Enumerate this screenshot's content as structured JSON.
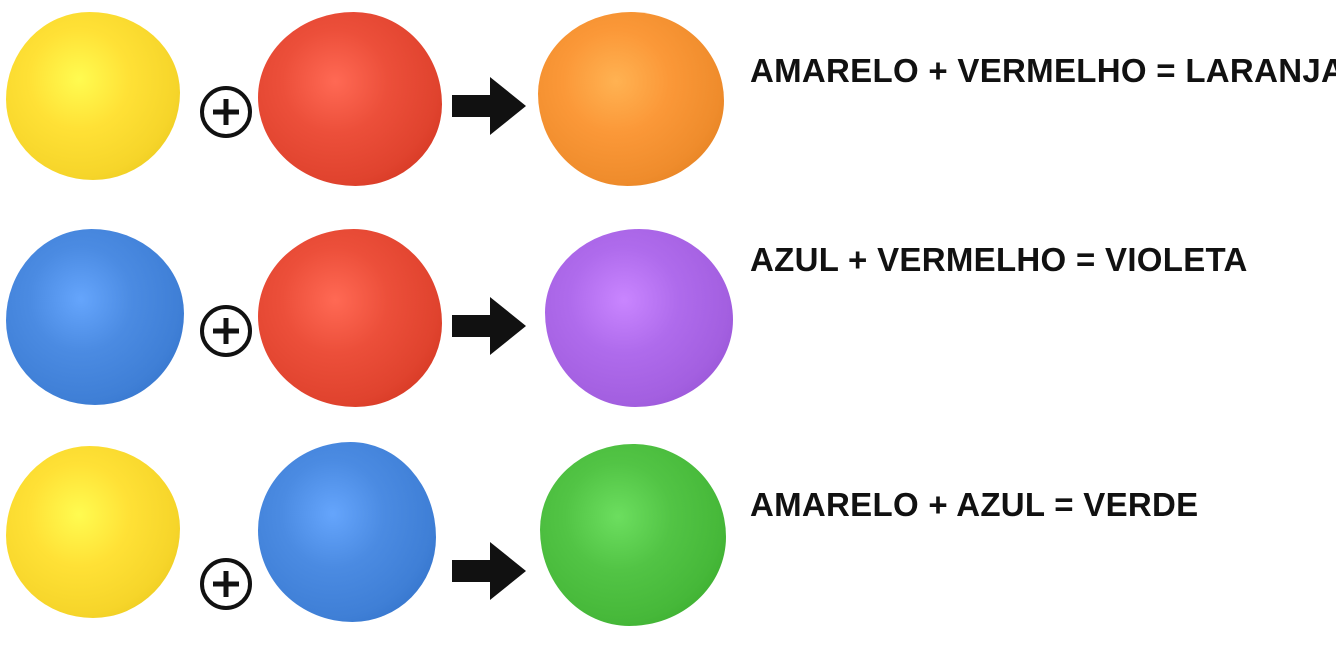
{
  "colors": {
    "amarelo": "#f6d52a",
    "vermelho": "#e0432e",
    "azul": "#3f7fd6",
    "laranja": "#ef8c2c",
    "violeta": "#a35fe0",
    "verde": "#46b839",
    "symbol": "#111111"
  },
  "rows": [
    {
      "inputs": [
        "amarelo",
        "vermelho"
      ],
      "result": "laranja",
      "equation": "AMARELO + VERMELHO = LARANJA"
    },
    {
      "inputs": [
        "azul",
        "vermelho"
      ],
      "result": "violeta",
      "equation": "AZUL + VERMELHO = VIOLETA"
    },
    {
      "inputs": [
        "amarelo",
        "azul"
      ],
      "result": "verde",
      "equation": "AMARELO + AZUL = VERDE"
    }
  ],
  "icons": {
    "plus": "plus-circle-icon",
    "arrow": "right-arrow-icon"
  }
}
